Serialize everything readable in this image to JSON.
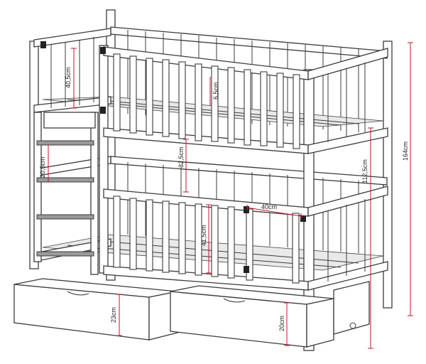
{
  "dimensions": {
    "top_rail_height": "40,5cm",
    "slat_gap": "6,5cm",
    "ladder_step": "20,5cm",
    "between_beds": "32,5cm",
    "top_height": "112,5cm",
    "total_height": "164cm",
    "rail_opening": "40cm",
    "lower_rail_height": "41,5cm",
    "drawer_left_height": "23cm",
    "drawer_right_height": "20cm"
  },
  "colors": {
    "dimension_line": "#c8102e",
    "outline": "#3b3b3b"
  }
}
